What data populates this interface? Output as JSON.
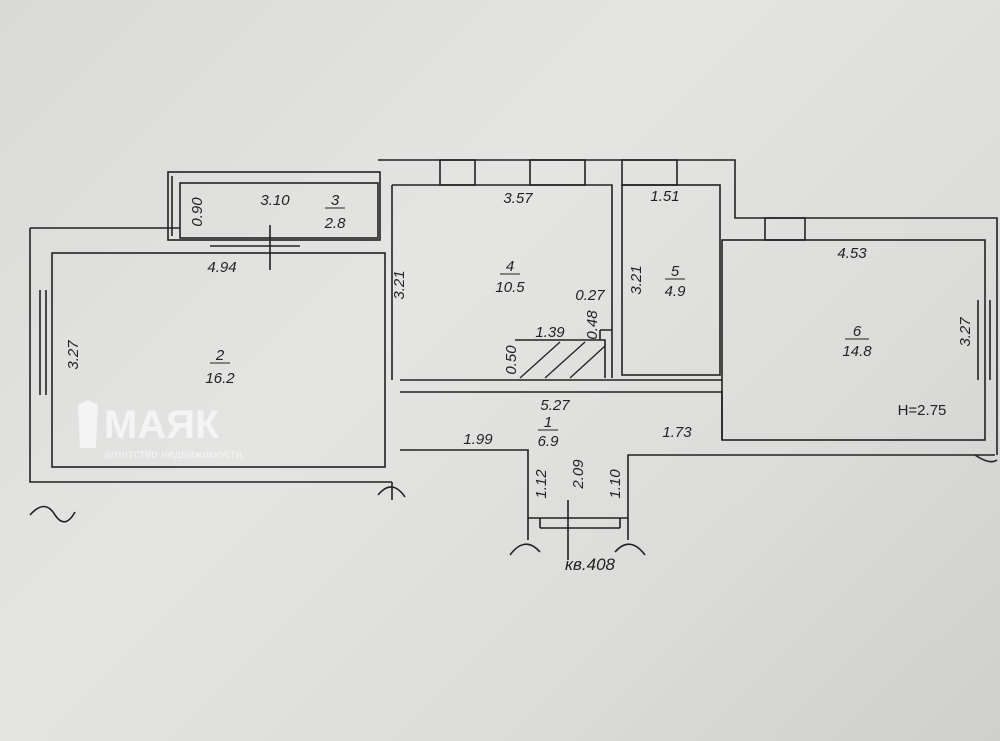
{
  "plan": {
    "apartment_label": "кв.408",
    "ceiling_height": "H=2.75",
    "rooms": [
      {
        "number": "1",
        "area": "6.9"
      },
      {
        "number": "2",
        "area": "16.2"
      },
      {
        "number": "3",
        "area": "2.8"
      },
      {
        "number": "4",
        "area": "10.5"
      },
      {
        "number": "5",
        "area": "4.9"
      },
      {
        "number": "6",
        "area": "14.8"
      }
    ],
    "dimensions": {
      "room3_width": "3.10",
      "room3_depth": "0.90",
      "room2_width": "4.94",
      "room2_depth": "3.27",
      "room4_width": "3.57",
      "room4_depth": "3.21",
      "room5_width": "1.51",
      "room5_depth": "3.21",
      "room6_width": "4.53",
      "room6_depth": "3.27",
      "niche_a": "0.27",
      "niche_b": "0.48",
      "niche_c": "0.50",
      "niche_d": "1.39",
      "corridor_length": "5.27",
      "corridor_left": "1.99",
      "corridor_right": "1.73",
      "entry_left": "1.12",
      "entry_mid": "2.09",
      "entry_right": "1.10"
    }
  },
  "watermark": {
    "brand": "МАЯК",
    "subtitle": "агентство недвижимости"
  }
}
